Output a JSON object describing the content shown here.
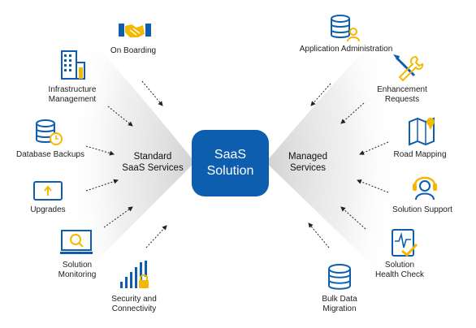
{
  "center": {
    "line1": "SaaS",
    "line2": "Solution"
  },
  "left_group": {
    "line1": "Standard",
    "line2": "SaaS Services"
  },
  "right_group": {
    "line1": "Managed",
    "line2": "Services"
  },
  "left_items": [
    {
      "icon": "handshake-icon",
      "lines": [
        "On Boarding"
      ]
    },
    {
      "icon": "building-icon",
      "lines": [
        "Infrastructure",
        "Management"
      ]
    },
    {
      "icon": "database-clock-icon",
      "lines": [
        "Database Backups"
      ]
    },
    {
      "icon": "upgrade-icon",
      "lines": [
        "Upgrades"
      ]
    },
    {
      "icon": "laptop-search-icon",
      "lines": [
        "Solution",
        "Monitoring"
      ]
    },
    {
      "icon": "signal-lock-icon",
      "lines": [
        "Security and",
        "Connectivity"
      ]
    }
  ],
  "right_items": [
    {
      "icon": "database-user-icon",
      "lines": [
        "Application Administration"
      ]
    },
    {
      "icon": "tools-icon",
      "lines": [
        "Enhancement",
        "Requests"
      ]
    },
    {
      "icon": "map-pin-icon",
      "lines": [
        "Road Mapping"
      ]
    },
    {
      "icon": "headset-icon",
      "lines": [
        "Solution Support"
      ]
    },
    {
      "icon": "health-check-icon",
      "lines": [
        "Solution",
        "Health Check"
      ]
    },
    {
      "icon": "database-icon",
      "lines": [
        "Bulk Data",
        "Migration"
      ]
    }
  ],
  "colors": {
    "primary": "#0d5eaf",
    "accent": "#f5b800",
    "fan": "#d9d9d9"
  }
}
